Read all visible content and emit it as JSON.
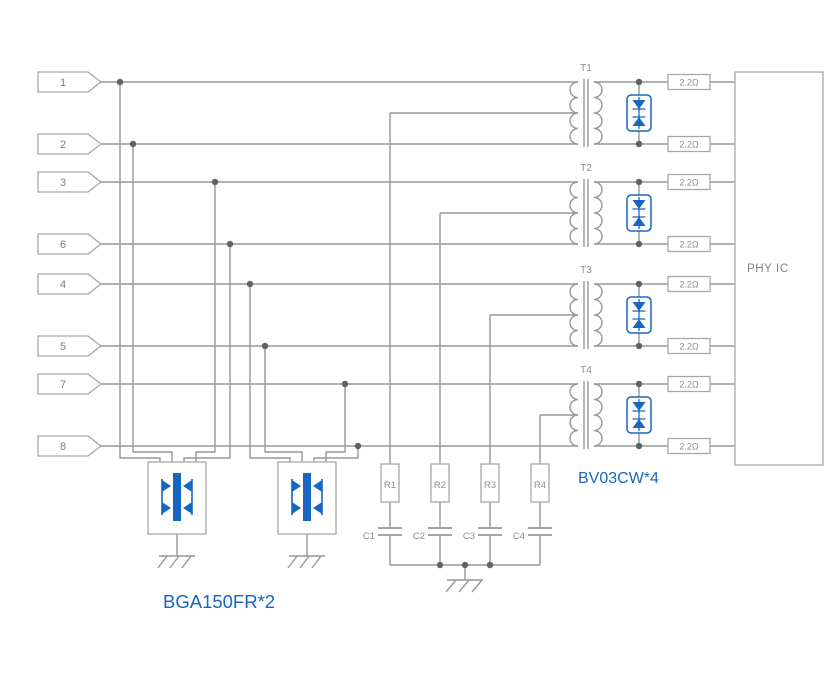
{
  "schematic": {
    "pins": [
      "1",
      "2",
      "3",
      "6",
      "4",
      "5",
      "7",
      "8"
    ],
    "transformers": [
      "T1",
      "T2",
      "T3",
      "T4"
    ],
    "series_resistor_value": "2.2Ω",
    "termination_resistors": [
      "R1",
      "R2",
      "R3",
      "R4"
    ],
    "termination_capacitors": [
      "C1",
      "C2",
      "C3",
      "C4"
    ],
    "phy_label": "PHY IC",
    "tvs_part_label": "BV03CW*4",
    "surge_protector_part_label": "BGA150FR*2",
    "colors": {
      "accent_blue": "#1766c2",
      "wire_gray": "#94989c",
      "text_gray": "#8b8e92"
    }
  }
}
